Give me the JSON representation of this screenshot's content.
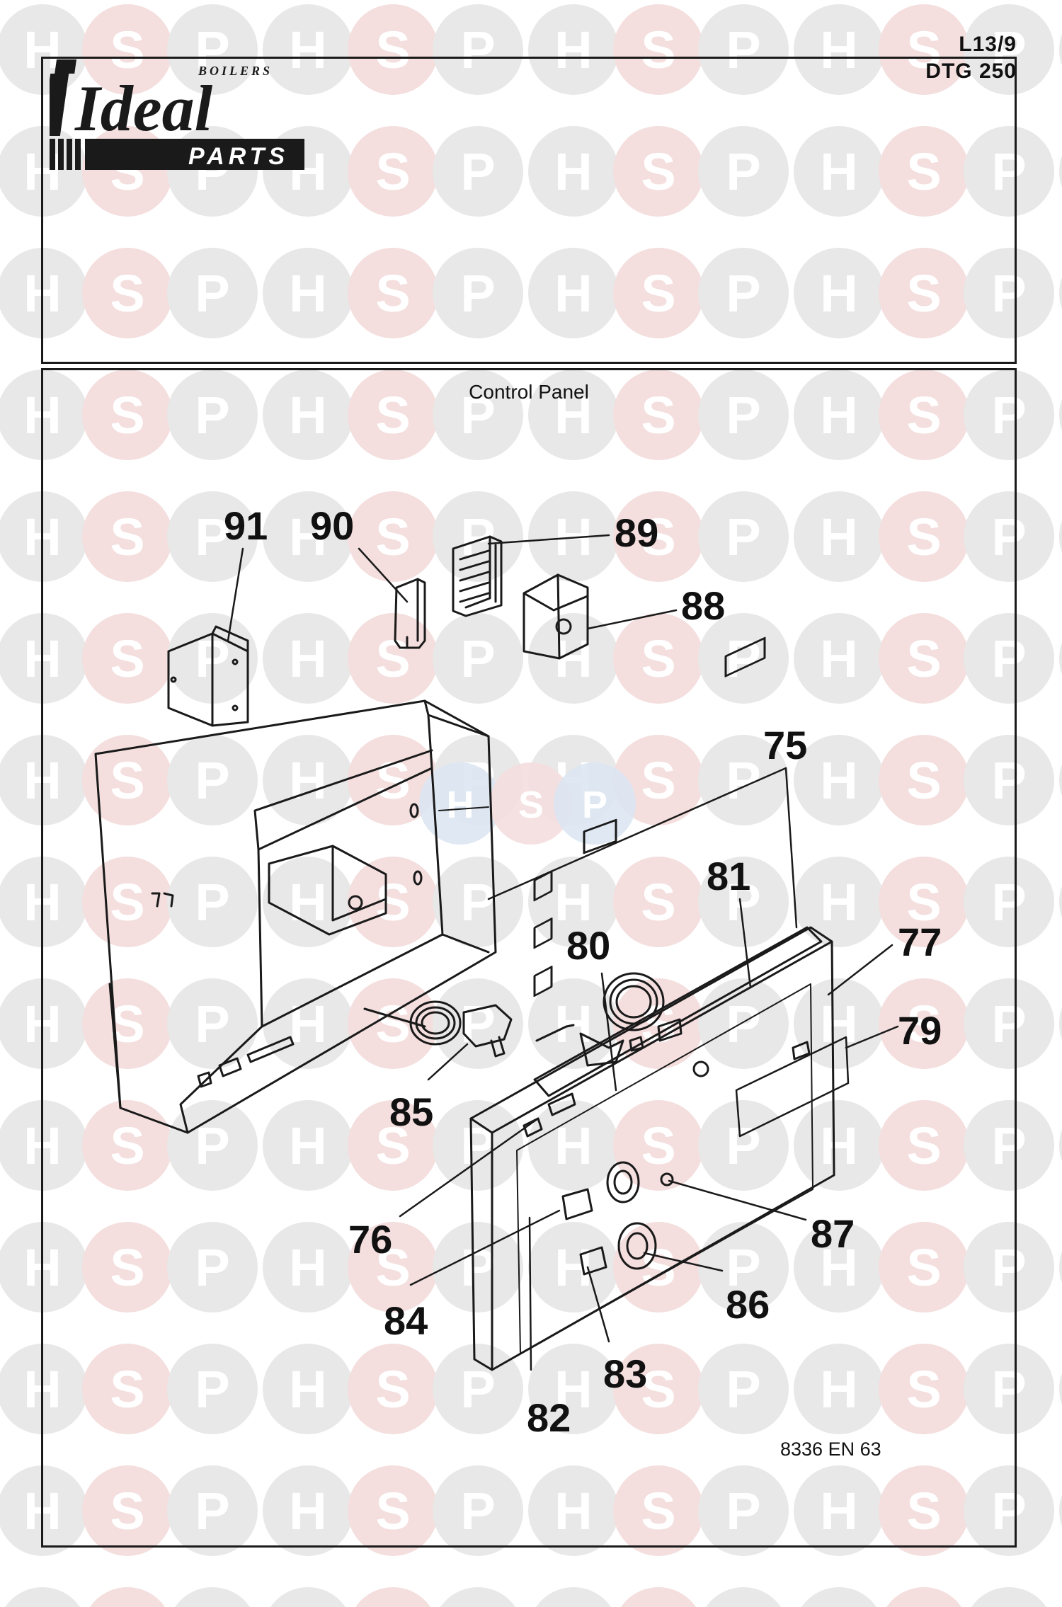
{
  "header": {
    "sheet_code": "L13/9",
    "model": "DTG 250",
    "logo": {
      "boilers": "BOILERS",
      "ideal": "Ideal",
      "parts": "PARTS"
    }
  },
  "watermark": {
    "letters": [
      "H",
      "S",
      "P"
    ]
  },
  "section_title": "Control Panel",
  "callouts": [
    "91",
    "90",
    "89",
    "88",
    "75",
    "81",
    "80",
    "77",
    "79",
    "85",
    "76",
    "87",
    "84",
    "86",
    "83",
    "82"
  ],
  "drawing_ref": "8336 EN 63",
  "colors": {
    "line": "#1a1a1a",
    "watermark_gray": "#e8e8e8",
    "watermark_red": "#f4dede",
    "watermark_blue": "#dbe6f2"
  }
}
